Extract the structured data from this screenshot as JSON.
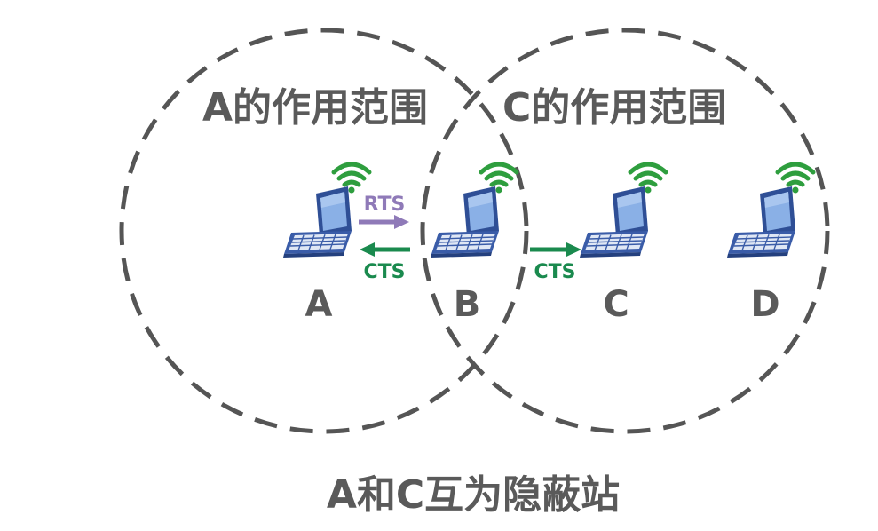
{
  "ranges": {
    "a": "A的作用范围",
    "c": "C的作用范围"
  },
  "nodes": [
    {
      "id": "A",
      "label": "A",
      "icon": "laptop-wifi-icon"
    },
    {
      "id": "B",
      "label": "B",
      "icon": "laptop-wifi-icon"
    },
    {
      "id": "C",
      "label": "C",
      "icon": "laptop-wifi-icon"
    },
    {
      "id": "D",
      "label": "D",
      "icon": "laptop-wifi-icon"
    }
  ],
  "signals": {
    "rts": "RTS",
    "cts_to_a": "CTS",
    "cts_to_c": "CTS"
  },
  "caption": "A和C互为隐蔽站",
  "colors": {
    "circle": "#555555",
    "text": "#5a5a5a",
    "rts": "#8f7ab8",
    "cts": "#1a8a4e",
    "wifi": "#2e9e3e",
    "laptop": "#3a5ca8"
  }
}
